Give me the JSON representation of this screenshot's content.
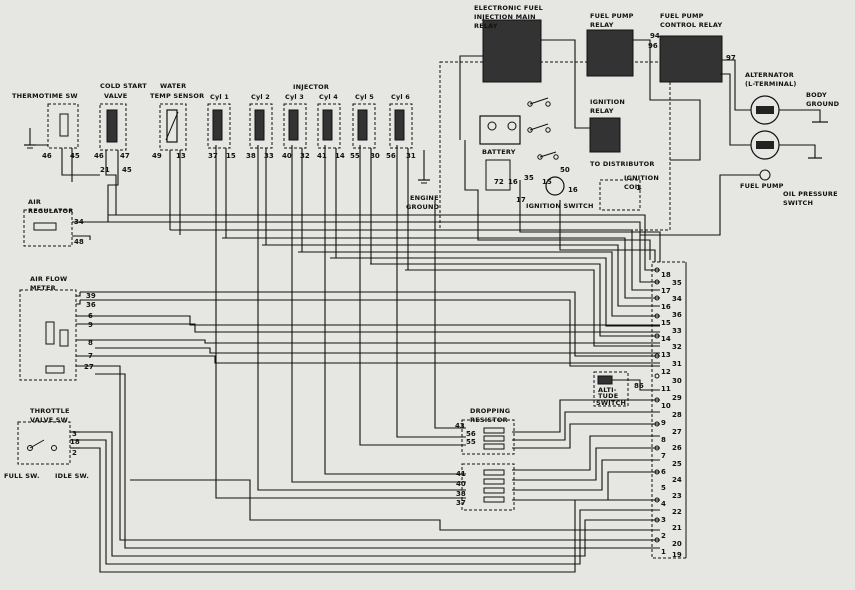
{
  "labels": {
    "thermotime": "THERMOTIME SW",
    "cold_start": "COLD START",
    "valve": "VALVE",
    "water": "WATER",
    "temp_sensor": "TEMP SENSOR",
    "injector": "INJECTOR",
    "cyl1": "Cyl 1",
    "cyl2": "Cyl 2",
    "cyl3": "Cyl 3",
    "cyl4": "Cyl 4",
    "cyl5": "Cyl 5",
    "cyl6": "Cyl 6",
    "efi_relay_1": "ELECTRONIC FUEL",
    "efi_relay_2": "INJECTION MAIN",
    "efi_relay_3": "RELAY",
    "fuel_pump_relay_1": "FUEL PUMP",
    "fuel_pump_relay_2": "RELAY",
    "fp_control_1": "FUEL PUMP",
    "fp_control_2": "CONTROL RELAY",
    "alternator_1": "ALTERNATOR",
    "alternator_2": "(L-TERMINAL)",
    "body_ground_1": "BODY",
    "body_ground_2": "GROUND",
    "ignition_relay_1": "IGNITION",
    "ignition_relay_2": "RELAY",
    "battery": "BATTERY",
    "to_distributor": "TO DISTRIBUTOR",
    "ignition_coil_1": "IGNITION",
    "ignition_coil_2": "COIL",
    "ignition_switch": "IGNITION SWITCH",
    "engine_ground_1": "ENGINE",
    "engine_ground_2": "GROUND",
    "fuel_pump": "FUEL PUMP",
    "oil_pressure_1": "OIL PRESSURE",
    "oil_pressure_2": "SWITCH",
    "air_regulator_1": "AIR",
    "air_regulator_2": "REGULATOR",
    "air_flow_1": "AIR FLOW",
    "air_flow_2": "METER",
    "dropping_1": "DROPPING",
    "dropping_2": "RESISTOR",
    "altitude_1": "ALTI-",
    "altitude_2": "TUDE",
    "altitude_3": "SWITCH",
    "throttle_1": "THROTTLE",
    "throttle_2": "VALVE SW",
    "full_sw": "FULL SW.",
    "idle_sw": "IDLE SW."
  },
  "pins": {
    "thermo": [
      "46",
      "45"
    ],
    "cold_start": [
      "46",
      "47"
    ],
    "cold_start_lower": [
      "21",
      "45"
    ],
    "water": [
      "49",
      "13"
    ],
    "cyl1": [
      "37",
      "15"
    ],
    "cyl2": [
      "38",
      "33"
    ],
    "cyl3": [
      "40",
      "32"
    ],
    "cyl4": [
      "41",
      "14"
    ],
    "cyl5": [
      "55",
      "30"
    ],
    "cyl6": [
      "56",
      "31"
    ],
    "air_reg": [
      "34",
      "48"
    ],
    "air_flow": [
      "39",
      "36",
      "6",
      "9",
      "8",
      "7",
      "27"
    ],
    "throttle": [
      "3",
      "18",
      "2"
    ],
    "dropping": [
      "43",
      "56",
      "55"
    ],
    "dropping_lower": [
      "41",
      "40",
      "38",
      "37"
    ],
    "battery_pins": [
      "72",
      "16",
      "17",
      "35"
    ],
    "ign_switch": [
      "15",
      "50",
      "16"
    ],
    "relay_pins": [
      "94",
      "96",
      "97"
    ],
    "coil_pins": [
      "1",
      "86"
    ],
    "ecu_left": [
      "18",
      "17",
      "16",
      "15",
      "14",
      "13",
      "12",
      "11",
      "10",
      "9",
      "8",
      "7",
      "6",
      "5",
      "4",
      "3",
      "2",
      "1"
    ],
    "ecu_mid": [
      "35",
      "34",
      "36",
      "33",
      "32",
      "31",
      "30",
      "29",
      "28",
      "27",
      "26",
      "25",
      "24",
      "23",
      "22",
      "21",
      "20",
      "19"
    ]
  }
}
